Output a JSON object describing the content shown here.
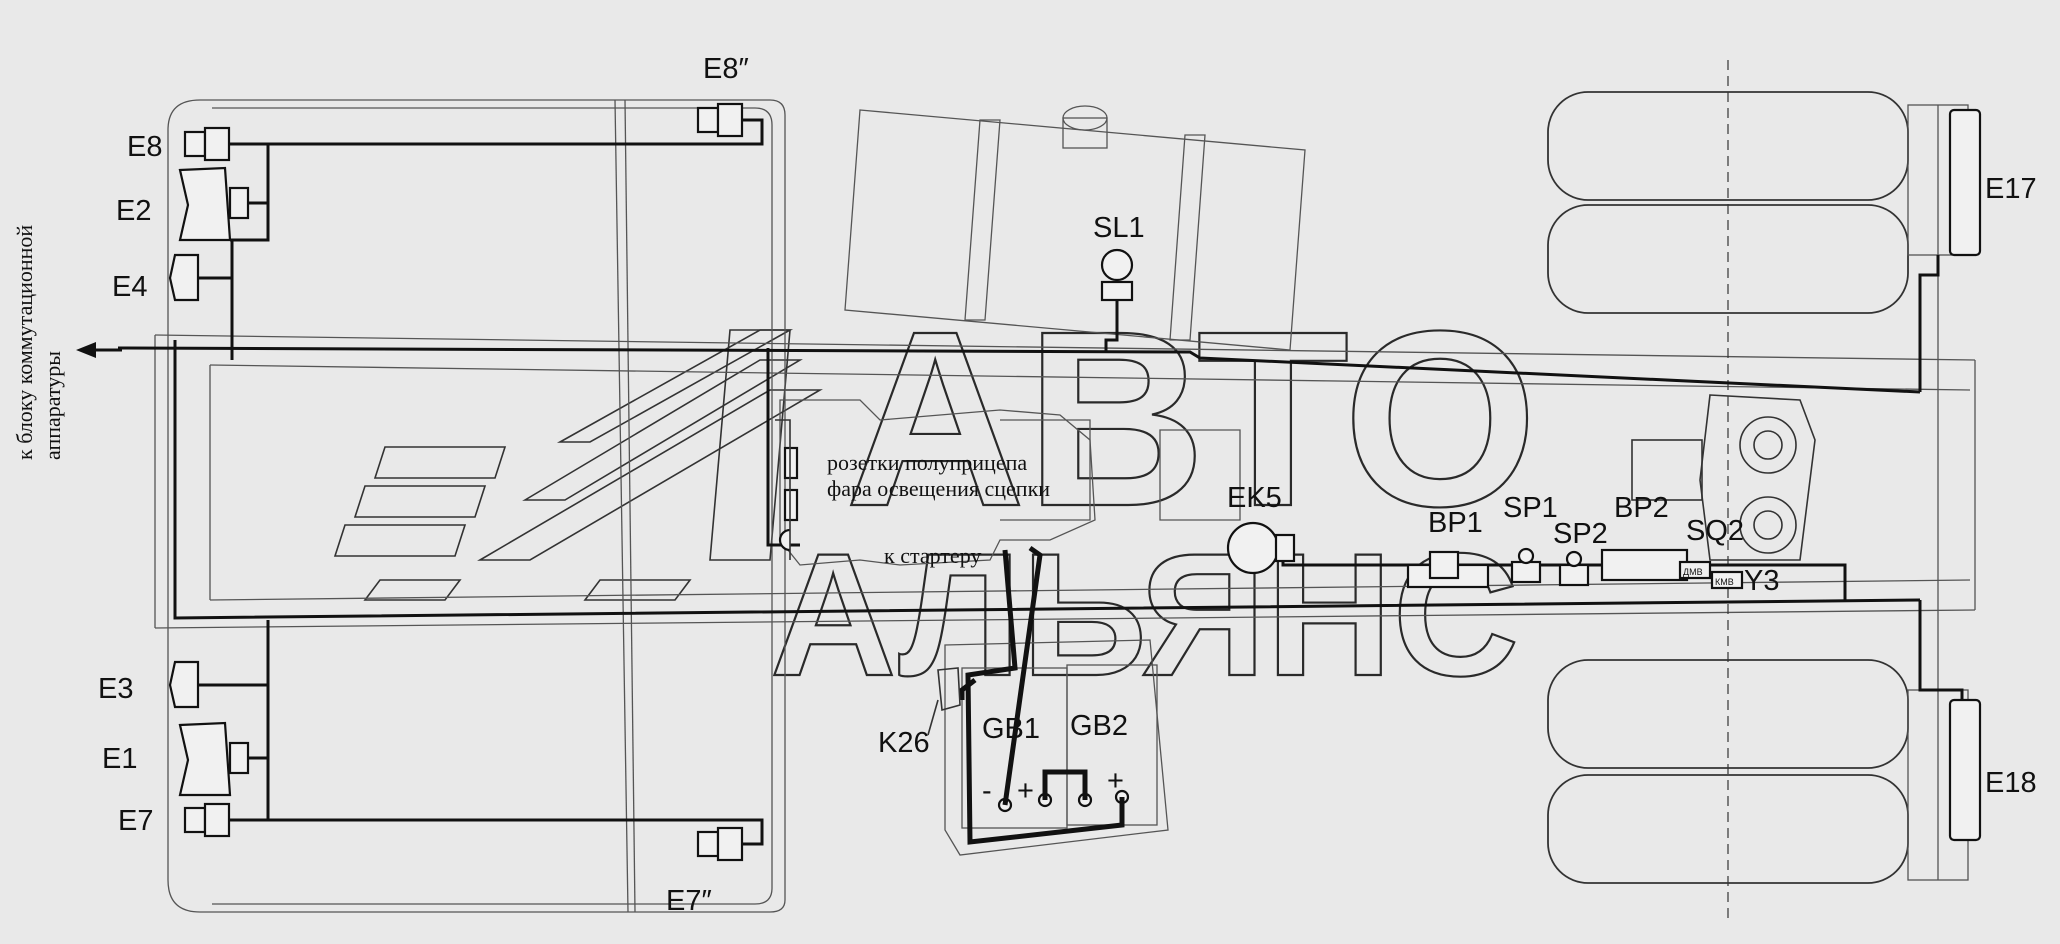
{
  "labels": {
    "e8": "E8",
    "e8pp": "E8″",
    "e2": "E2",
    "e4": "E4",
    "e3": "E3",
    "e1": "E1",
    "e7": "E7",
    "e7pp": "E7″",
    "e17": "E17",
    "e18": "E18",
    "sl1": "SL1",
    "ek5": "EK5",
    "bp1": "BP1",
    "sp1": "SP1",
    "sp2": "SP2",
    "bp2": "BP2",
    "sq2": "SQ2",
    "y3": "Y3",
    "k26": "K26",
    "gb1": "GB1",
    "gb2": "GB2",
    "dmv": "ДМВ",
    "kmv": "КМВ"
  },
  "notes": {
    "semitrailer_sockets": "розетки полуприцепа",
    "hitch_light": "фара освещения сцепки",
    "to_starter": "к стартеру",
    "to_switch_block_line1": "к блоку коммутационной",
    "to_switch_block_line2": "аппаратуры"
  },
  "watermark": {
    "line1": "АВТО",
    "line2": "АЛЬЯНС"
  },
  "terminals": {
    "minus": "-",
    "plus": "+"
  }
}
